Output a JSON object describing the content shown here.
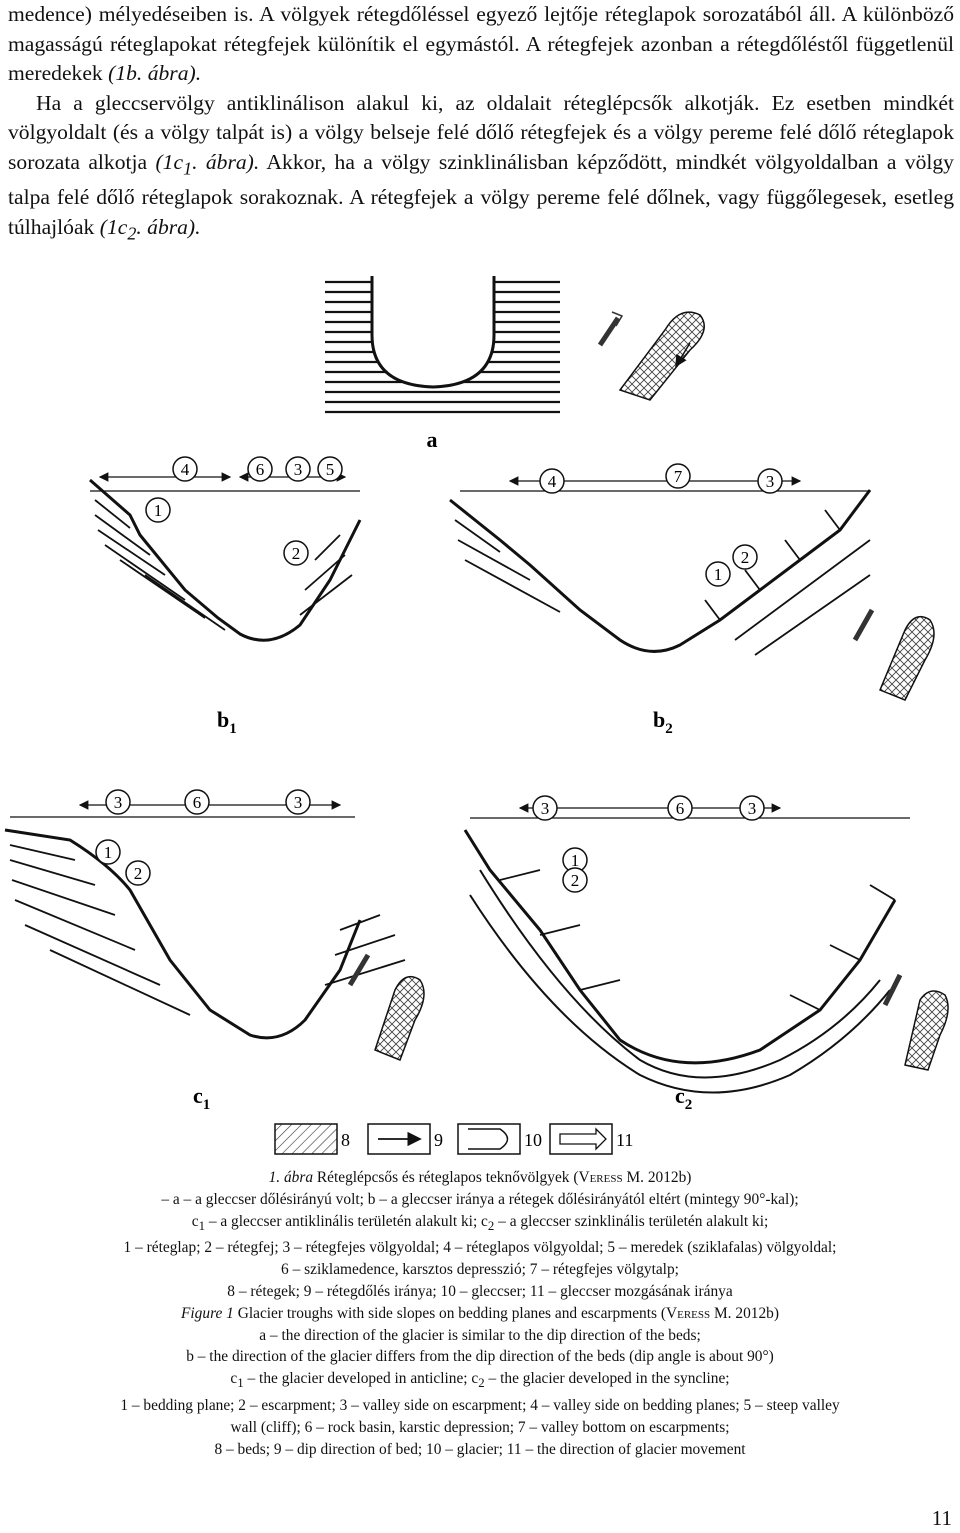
{
  "body": {
    "p1_line1": "medence) mélyedéseiben is. A völgyek rétegdőléssel egyező lejtője réteglapok sorozatából",
    "p1_line2": "áll. A különböző magasságú réteglapokat rétegfejek különítik el egymástól. A rétegfejek",
    "p1_line3_text": "azonban a rétegdőléstől függetlenül meredekek ",
    "p1_line3_ref": "(1b. ábra).",
    "p2_a": "Ha a gleccservölgy antiklinálison alakul ki, az oldalait réteglépcsők alkotják. Ez esetben mindkét völgyoldalt (és a völgy talpát is) a völgy belseje felé dőlő rétegfejek és a völgy pereme felé dőlő réteglapok sorozata alkotja ",
    "p2_ref1_pre": "(1c",
    "p2_ref1_sub": "1",
    "p2_ref1_post": ". ábra).",
    "p2_b": " Akkor, ha a völgy szinklinálisban képződött, mindkét völgyoldalban a völgy talpa felé dőlő réteglapok sorakoznak. A rétegfejek a völgy pereme felé dőlnek, vagy függőlegesek, esetleg túlhajlóak ",
    "p2_ref2_pre": "(1c",
    "p2_ref2_sub": "2",
    "p2_ref2_post": ". ábra)."
  },
  "figure": {
    "panel_labels": {
      "a": "a",
      "b1": "b",
      "b1_sub": "1",
      "b2": "b",
      "b2_sub": "2",
      "c1": "c",
      "c1_sub": "1",
      "c2": "c",
      "c2_sub": "2"
    },
    "b1_markers": [
      "4",
      "6",
      "3",
      "5",
      "1",
      "2"
    ],
    "b2_markers": [
      "4",
      "7",
      "3",
      "1",
      "2"
    ],
    "c1_markers": [
      "3",
      "6",
      "3",
      "1",
      "2"
    ],
    "c2_markers": [
      "3",
      "6",
      "3",
      "1",
      "2"
    ],
    "legend": [
      "8",
      "9",
      "10",
      "11"
    ]
  },
  "caption": {
    "hu_title_label": "1. ábra",
    "hu_title_text": " Réteglépcsős és réteglapos teknővölgyek (",
    "hu_author_first": "V",
    "hu_author_rest": "eress",
    "hu_title_tail": " M. 2012b)",
    "hu_line2": "– a – a gleccser dőlésirányú volt; b – a gleccser iránya a rétegek dőlésirányától eltért (mintegy 90°-kal);",
    "hu_line3_c": "c",
    "hu_line3_s1": "1",
    "hu_line3_a": " – a gleccser antiklinális területén alakult ki; c",
    "hu_line3_s2": "2",
    "hu_line3_b": " – a gleccser szinklinális területén alakult ki;",
    "hu_line4": "1 – réteglap; 2 – rétegfej; 3 – rétegfejes völgyoldal; 4 – réteglapos völgyoldal; 5 – meredek (sziklafalas) völgyoldal;",
    "hu_line5": "6 – sziklamedence, karsztos depresszió; 7 – rétegfejes völgytalp;",
    "hu_line6": "8 – rétegek; 9 – rétegdőlés iránya; 10 – gleccser; 11 – gleccser mozgásának iránya",
    "en_title_label": "Figure 1",
    "en_title_text": " Glacier troughs with side slopes on bedding planes and escarpments (",
    "en_author_first": "V",
    "en_author_rest": "eress",
    "en_title_tail": " M. 2012b)",
    "en_line2": "a – the direction of the glacier is similar to the dip direction of the beds;",
    "en_line3": "b – the direction of the glacier differs from the dip direction of the beds (dip angle is about 90°)",
    "en_line4_c": "c",
    "en_line4_s1": "1",
    "en_line4_a": " – the glacier developed in anticline; c",
    "en_line4_s2": "2",
    "en_line4_b": " – the glacier developed in the syncline;",
    "en_line5": "1 – bedding plane; 2 – escarpment; 3 – valley side on escarpment; 4 – valley side on bedding planes; 5 – steep valley",
    "en_line6": "wall (cliff); 6 – rock basin, karstic depression; 7 – valley bottom on escarpments;",
    "en_line7": "8 – beds; 9 – dip direction of bed; 10 – glacier; 11 – the direction of glacier movement"
  },
  "page_number": "11"
}
